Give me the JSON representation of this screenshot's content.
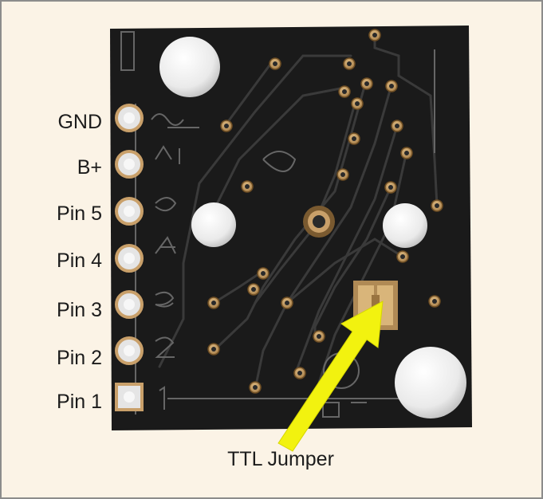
{
  "pin_labels": [
    "GND",
    "B+",
    "Pin 5",
    "Pin 4",
    "Pin 3",
    "Pin 2",
    "Pin 1"
  ],
  "callout": {
    "label": "TTL Jumper"
  },
  "colors": {
    "background": "#fbf3e6",
    "frame": "#8c8c8c",
    "board": "#1a1a1a",
    "pad": "#c9a06a",
    "silkscreen": "#6a6a6a",
    "arrow": "#f2f20f"
  }
}
